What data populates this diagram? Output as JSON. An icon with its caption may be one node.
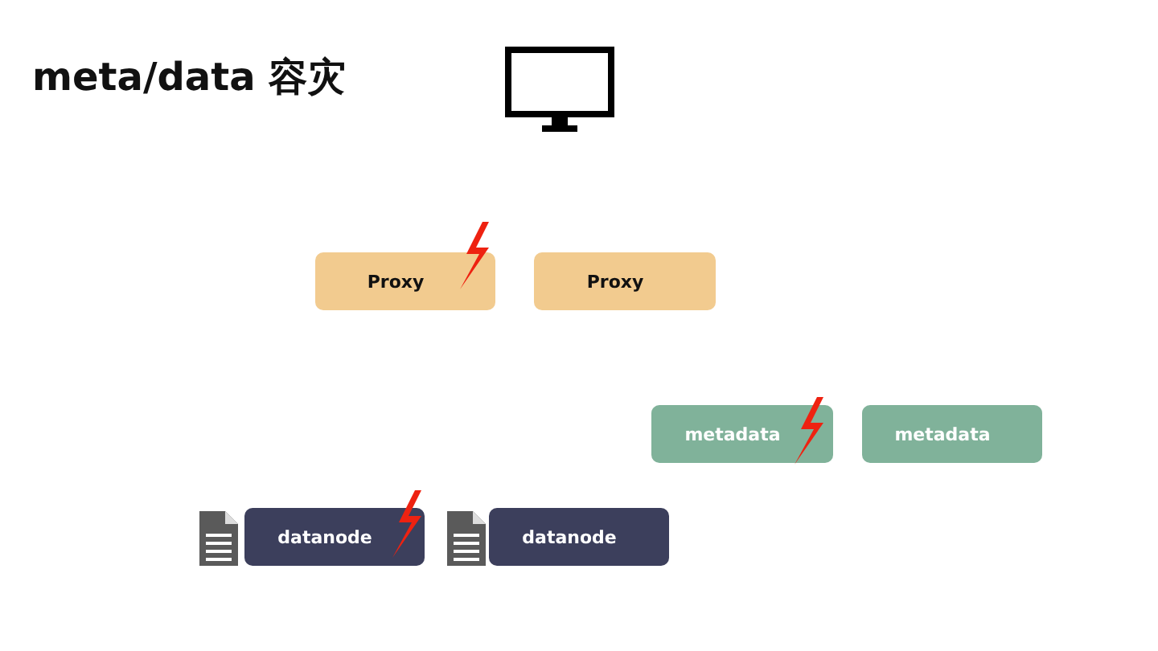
{
  "diagram": {
    "title": "meta/data 容灾",
    "nodes": [
      {
        "text": [
          "Proxy"
        ]
      },
      {
        "text": [
          "Proxy"
        ]
      },
      {
        "text": [
          "metadata"
        ]
      },
      {
        "text": [
          "metadata"
        ]
      },
      {
        "text": [
          "datanode"
        ]
      },
      {
        "text": [
          "datanode"
        ]
      }
    ]
  }
}
